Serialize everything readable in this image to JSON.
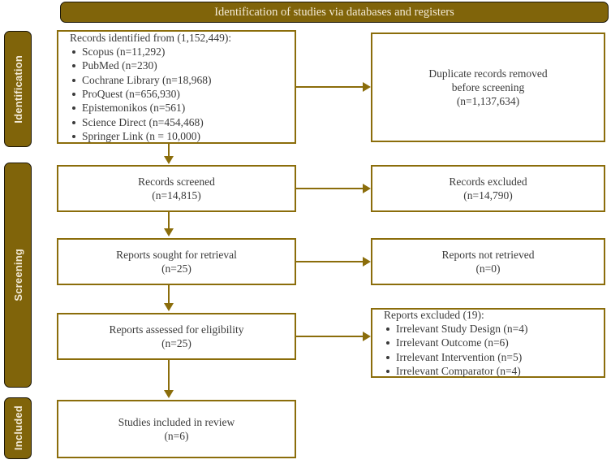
{
  "banner": {
    "title": "Identification of studies via databases and registers"
  },
  "phases": [
    {
      "label": "Identification"
    },
    {
      "label": "Screening"
    },
    {
      "label": "Included"
    }
  ],
  "boxes": {
    "records_identified": {
      "title": "Records identified from (1,152,449):",
      "sources": [
        "Scopus (n=11,292)",
        "PubMed (n=230)",
        "Cochrane Library (n=18,968)",
        "ProQuest (n=656,930)",
        "Epistemonikos (n=561)",
        "Science Direct (n=454,468)",
        "Springer Link (n = 10,000)"
      ]
    },
    "duplicates_removed": {
      "line1": "Duplicate records removed",
      "line2": "before screening",
      "line3": "(n=1,137,634)"
    },
    "records_screened": {
      "title": "Records screened",
      "count": "(n=14,815)"
    },
    "records_excluded": {
      "title": "Records excluded",
      "count": "(n=14,790)"
    },
    "reports_sought": {
      "title": "Reports sought for retrieval",
      "count": "(n=25)"
    },
    "reports_not_retrieved": {
      "title": "Reports not retrieved",
      "count": "(n=0)"
    },
    "reports_assessed": {
      "title": "Reports assessed for eligibility",
      "count": "(n=25)"
    },
    "reports_excluded": {
      "title": "Reports excluded (19):",
      "reasons": [
        "Irrelevant Study Design (n=4)",
        "Irrelevant Outcome (n=6)",
        "Irrelevant Intervention (n=5)",
        "Irrelevant Comparator (n=4)"
      ]
    },
    "studies_included": {
      "title": "Studies included in review",
      "count": "(n=6)"
    }
  },
  "colors": {
    "brand_brown": "#80640A",
    "border_gold": "#8B6D0B",
    "text_dark": "#3a3a3a",
    "banner_text": "#f3ead6"
  }
}
